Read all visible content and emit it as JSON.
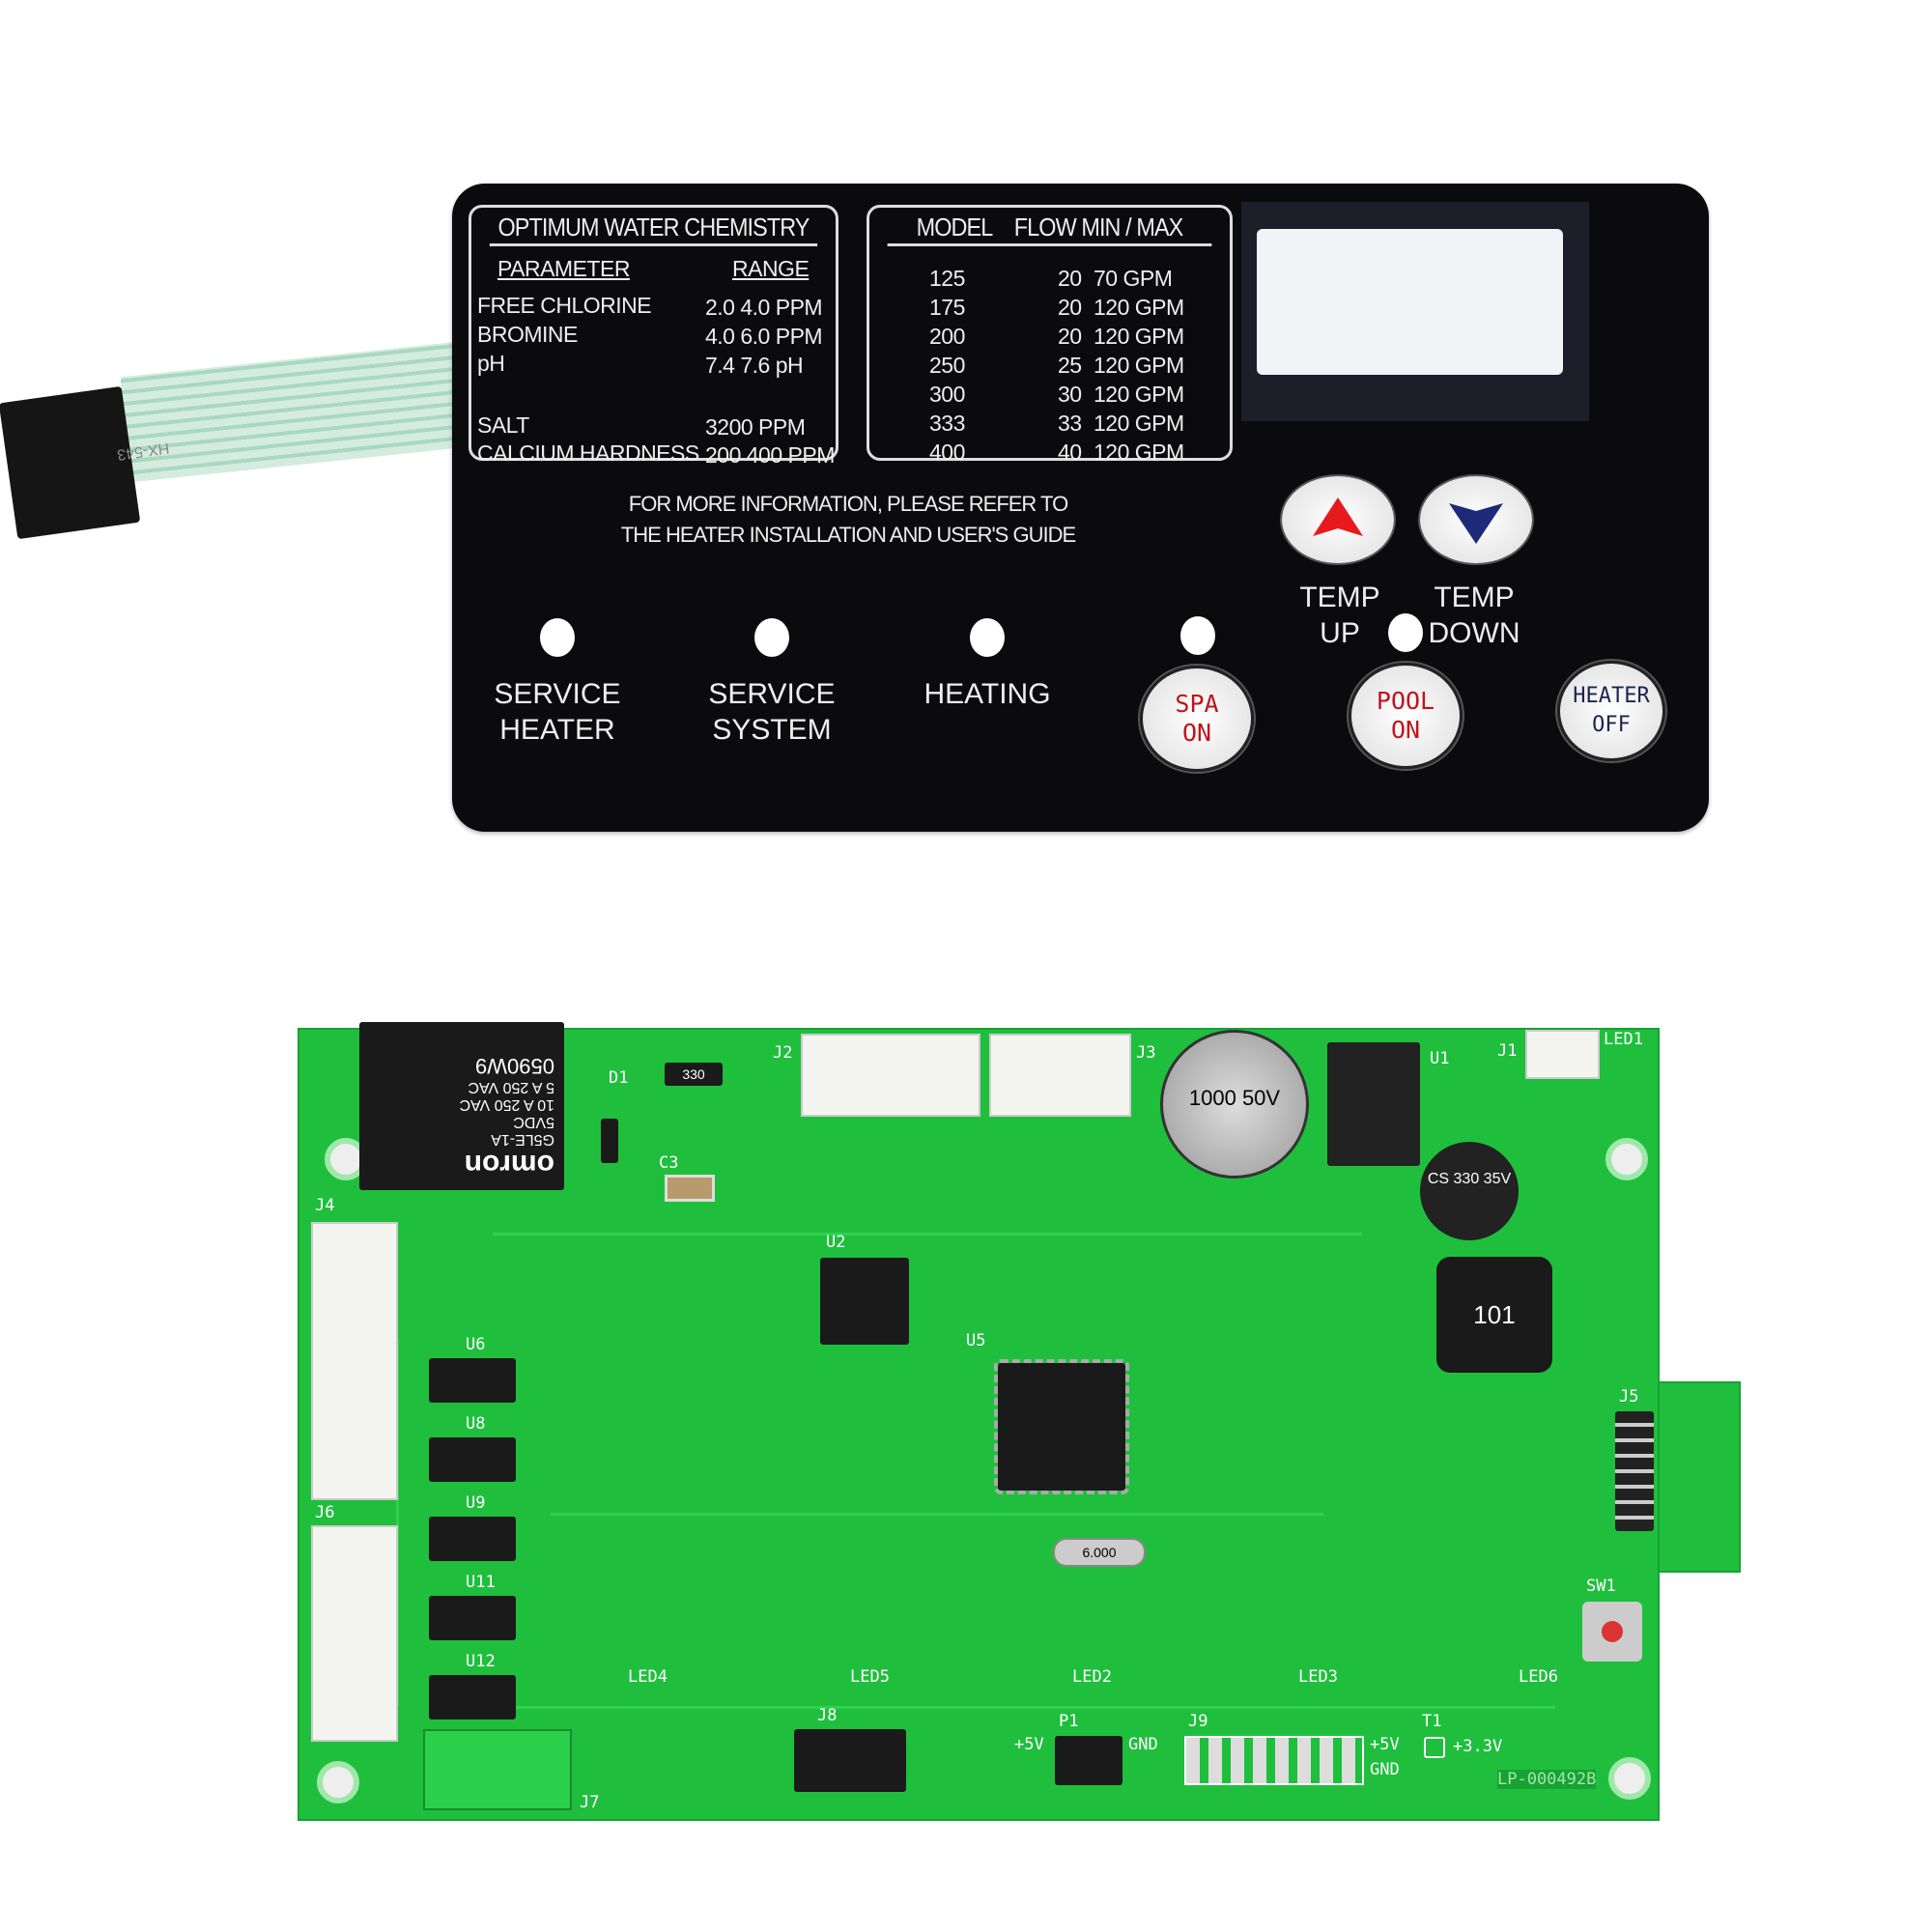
{
  "keypad": {
    "ribbon_label": "HX-543",
    "chemistry": {
      "title": "OPTIMUM WATER CHEMISTRY",
      "col_parameter": "PARAMETER",
      "col_range": "RANGE",
      "rows": [
        {
          "p": "FREE CHLORINE",
          "r": "2.0   4.0 PPM"
        },
        {
          "p": "BROMINE",
          "r": "4.0   6.0 PPM"
        },
        {
          "p": "pH",
          "r": "7.4   7.6 pH"
        },
        {
          "p": "SALT",
          "r": "3200 PPM"
        },
        {
          "p": "CALCIUM HARDNESS",
          "r": "200   400 PPM"
        }
      ]
    },
    "models": {
      "col_model": "MODEL",
      "col_flow": "FLOW MIN / MAX",
      "rows": [
        {
          "m": "125",
          "min": "20",
          "max": "70 GPM"
        },
        {
          "m": "175",
          "min": "20",
          "max": "120 GPM"
        },
        {
          "m": "200",
          "min": "20",
          "max": "120 GPM"
        },
        {
          "m": "250",
          "min": "25",
          "max": "120 GPM"
        },
        {
          "m": "300",
          "min": "30",
          "max": "120 GPM"
        },
        {
          "m": "333",
          "min": "33",
          "max": "120 GPM"
        },
        {
          "m": "400",
          "min": "40",
          "max": "120 GPM"
        }
      ]
    },
    "info_line1": "FOR MORE INFORMATION, PLEASE REFER TO",
    "info_line2": "THE HEATER INSTALLATION AND USER'S GUIDE",
    "temp_up": {
      "l1": "TEMP",
      "l2": "UP",
      "arrow_color": "#e8191c"
    },
    "temp_down": {
      "l1": "TEMP",
      "l2": "DOWN",
      "arrow_color": "#1d2a7a"
    },
    "indicators": [
      {
        "l1": "SERVICE",
        "l2": "HEATER"
      },
      {
        "l1": "SERVICE",
        "l2": "SYSTEM"
      },
      {
        "l1": "HEATING",
        "l2": ""
      }
    ],
    "spa": {
      "l1": "SPA",
      "l2": "ON",
      "color": "#c0141c"
    },
    "pool": {
      "l1": "POOL",
      "l2": "ON",
      "color": "#c0141c"
    },
    "heater_off": {
      "l1": "HEATER",
      "l2": "OFF",
      "color": "#1c2450"
    }
  },
  "pcb": {
    "board_color": "#1fbf3d",
    "relay": {
      "brand": "omron",
      "model": "G5LE-1A",
      "coil": "5VDC",
      "rating1": "10 A 250 VAC",
      "rating2": "5 A 250 VAC",
      "code": "0590W9"
    },
    "cap_big": "1000 50V",
    "cap_small": "CS 330 35V",
    "inductor": "101",
    "crystal": "6.000",
    "r1": "330",
    "labels": {
      "j1": "J1",
      "j2": "J2",
      "j3": "J3",
      "j4": "J4",
      "j5": "J5",
      "j6": "J6",
      "j7": "J7",
      "j8": "J8",
      "j9": "J9",
      "p1": "P1",
      "t1": "T1",
      "u1": "U1",
      "u2": "U2",
      "u5": "U5",
      "sw1": "SW1",
      "led1": "LED1",
      "led2": "LED2",
      "led3": "LED3",
      "led4": "LED4",
      "led5": "LED5",
      "led6": "LED6",
      "d1": "D1",
      "c3": "C3",
      "plus5v": "+5V",
      "gnd": "GND",
      "plus33": "+3.3V",
      "part_no": "LP-000492B"
    },
    "opto_labels": [
      "U6",
      "U8",
      "U9",
      "U11",
      "U12"
    ]
  }
}
